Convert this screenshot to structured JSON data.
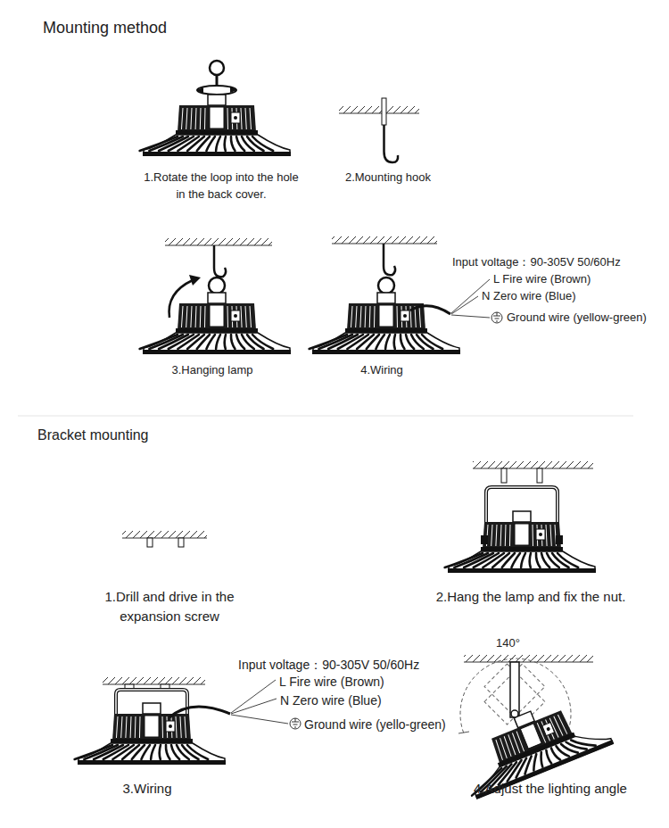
{
  "diagram": {
    "title": "Mounting method",
    "labels": [
      "1.Rotate the loop into the hole in the back cover.",
      "2.Mounting hook",
      "3.Hanging lamp",
      "4.Wiring",
      "Input voltage：90-305V 50/60Hz",
      "L Fire wire (Brown)",
      "N Zero wire (Blue)",
      "Ground wire (yellow-green)",
      "Bracket mounting",
      "1.Drill and drive in the expansion screw",
      "2.Hang the lamp and fix the nut.",
      "Input voltage：90-305V 50/60Hz",
      "L Fire wire (Brown)",
      "N Zero wire (Blue)",
      "Ground wire (yello-green)",
      "140°",
      "3.Wiring",
      "4.Adjust the lighting angle"
    ]
  }
}
